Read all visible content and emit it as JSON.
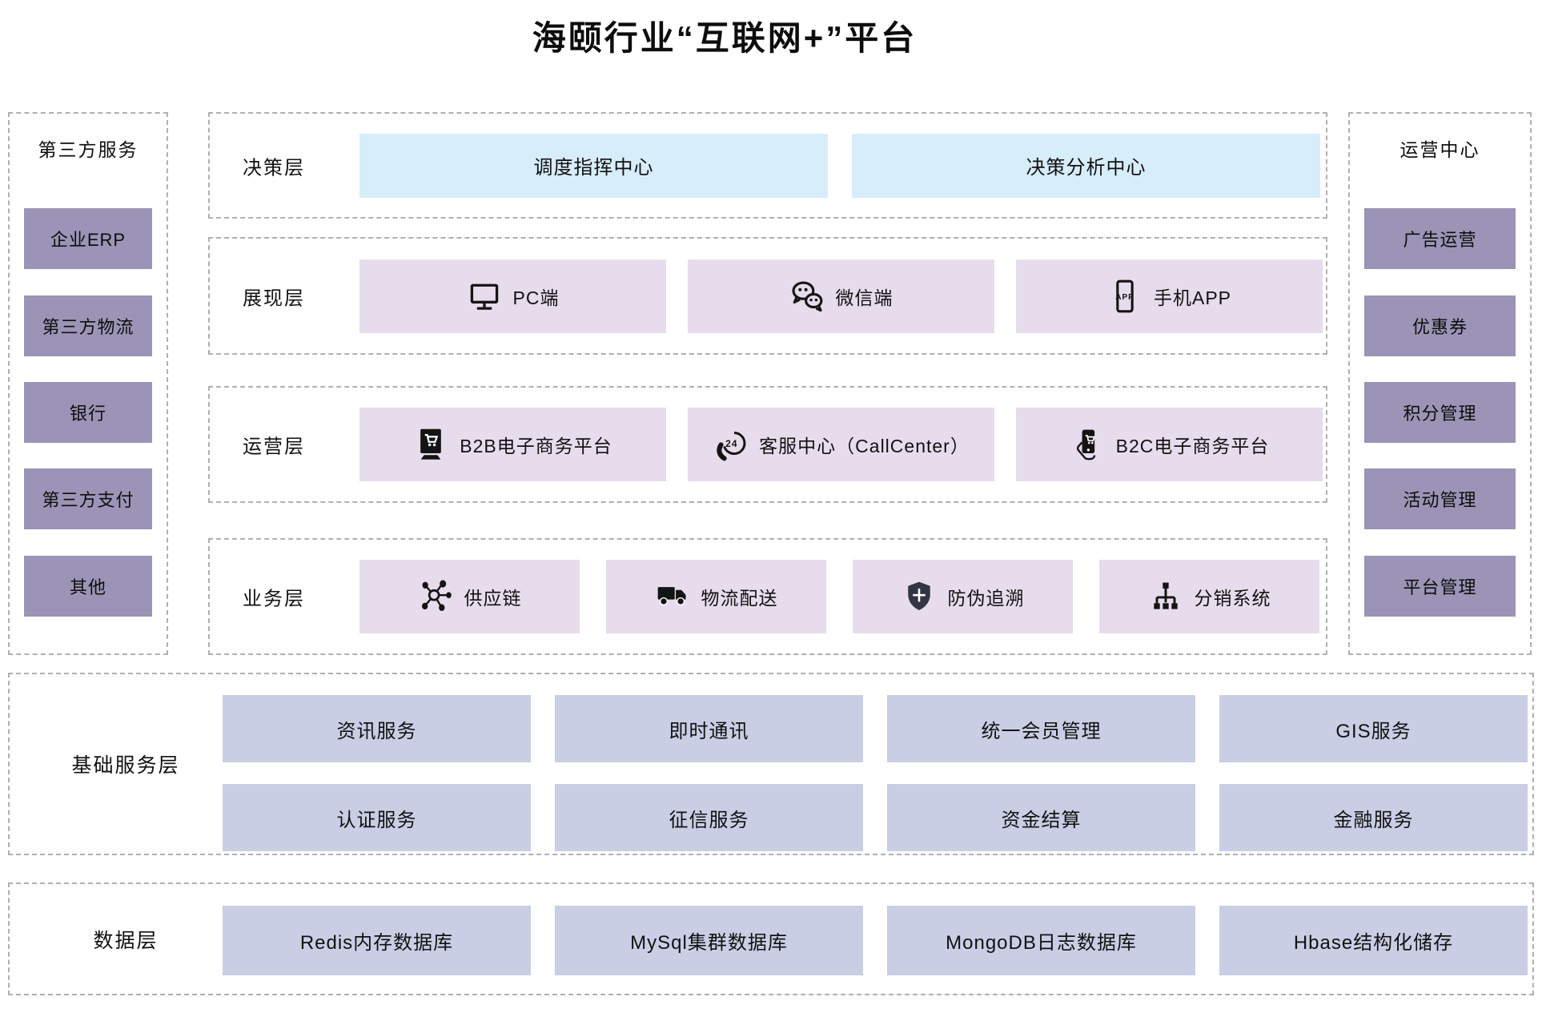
{
  "title": "海颐行业“互联网+”平台",
  "colors": {
    "purple_box": "#9b94b6",
    "blue_box": "#d7edfa",
    "pink_box": "#e7dcec",
    "periwinkle_box": "#c9cee5",
    "dashed_border": "#b0b0b0",
    "shield_fill": "#323544"
  },
  "left_panel": {
    "title": "第三方服务",
    "items": [
      "企业ERP",
      "第三方物流",
      "银行",
      "第三方支付",
      "其他"
    ]
  },
  "right_panel": {
    "title": "运营中心",
    "items": [
      "广告运营",
      "优惠券",
      "积分管理",
      "活动管理",
      "平台管理"
    ]
  },
  "layers": {
    "decision": {
      "label": "决策层",
      "items": [
        "调度指挥中心",
        "决策分析中心"
      ]
    },
    "presentation": {
      "label": "展现层",
      "items": [
        {
          "icon": "monitor-icon",
          "label": "PC端"
        },
        {
          "icon": "wechat-icon",
          "label": "微信端"
        },
        {
          "icon": "mobile-app-icon",
          "label": "手机APP"
        }
      ]
    },
    "operation": {
      "label": "运营层",
      "items": [
        {
          "icon": "b2b-shop-icon",
          "label": "B2B电子商务平台"
        },
        {
          "icon": "callcenter-24-icon",
          "label": "客服中心（CallCenter）"
        },
        {
          "icon": "b2c-shop-icon",
          "label": "B2C电子商务平台"
        }
      ]
    },
    "business": {
      "label": "业务层",
      "items": [
        {
          "icon": "supply-chain-icon",
          "label": "供应链"
        },
        {
          "icon": "truck-icon",
          "label": "物流配送"
        },
        {
          "icon": "shield-icon",
          "label": "防伪追溯"
        },
        {
          "icon": "distribution-tree-icon",
          "label": "分销系统"
        }
      ]
    }
  },
  "base_services": {
    "label": "基础服务层",
    "row1": [
      "资讯服务",
      "即时通讯",
      "统一会员管理",
      "GIS服务"
    ],
    "row2": [
      "认证服务",
      "征信服务",
      "资金结算",
      "金融服务"
    ]
  },
  "data_layer": {
    "label": "数据层",
    "items": [
      "Redis内存数据库",
      "MySql集群数据库",
      "MongoDB日志数据库",
      "Hbase结构化储存"
    ]
  }
}
